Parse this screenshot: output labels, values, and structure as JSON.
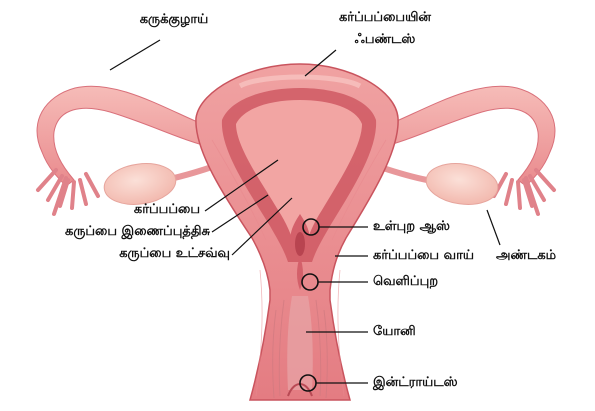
{
  "labels": {
    "fallopian_tube": "கருக்குழாய்",
    "fundus_line1": "கர்ப்பப்பையின்",
    "fundus_line2": "ஃபண்டஸ்",
    "uterus": "கர்ப்பப்பை",
    "endometrium": "கருப்பை இணைப்புத்திசு",
    "myometrium": "கருப்பை உட்சவ்வு",
    "internal_os": "உள்புற ஆஸ்",
    "cervical_canal": "கர்ப்பப்பை வாய்",
    "ovary": "அண்டகம்",
    "external_os": "வெளிப்புற",
    "vagina": "யோனி",
    "introitus": "இன்ட்ராய்டஸ்"
  },
  "colors": {
    "tissue": "#e98a8d",
    "tissue_dark": "#c84a55",
    "tissue_light": "#f4b8b6",
    "ovary": "#f7c9bf",
    "cavity": "#f2a5a3"
  }
}
